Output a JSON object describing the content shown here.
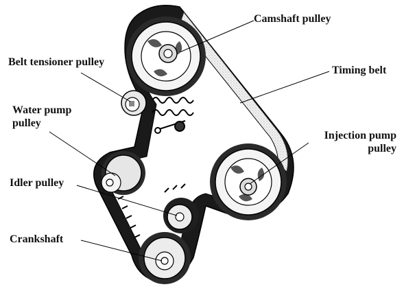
{
  "labels": {
    "camshaft_pulley": "Camshaft pulley",
    "belt_tensioner_pulley": "Belt tensioner pulley",
    "timing_belt": "Timing belt",
    "water_pump_pulley": [
      "Water pump",
      "pulley"
    ],
    "injection_pump_pulley": [
      "Injection pump",
      "pulley"
    ],
    "idler_pulley": "Idler pulley",
    "crankshaft": "Crankshaft"
  },
  "colors": {
    "ink": "#111111",
    "belt": "#1a1a1a",
    "pulley_face": "#f4f4f4",
    "background": "#ffffff"
  }
}
